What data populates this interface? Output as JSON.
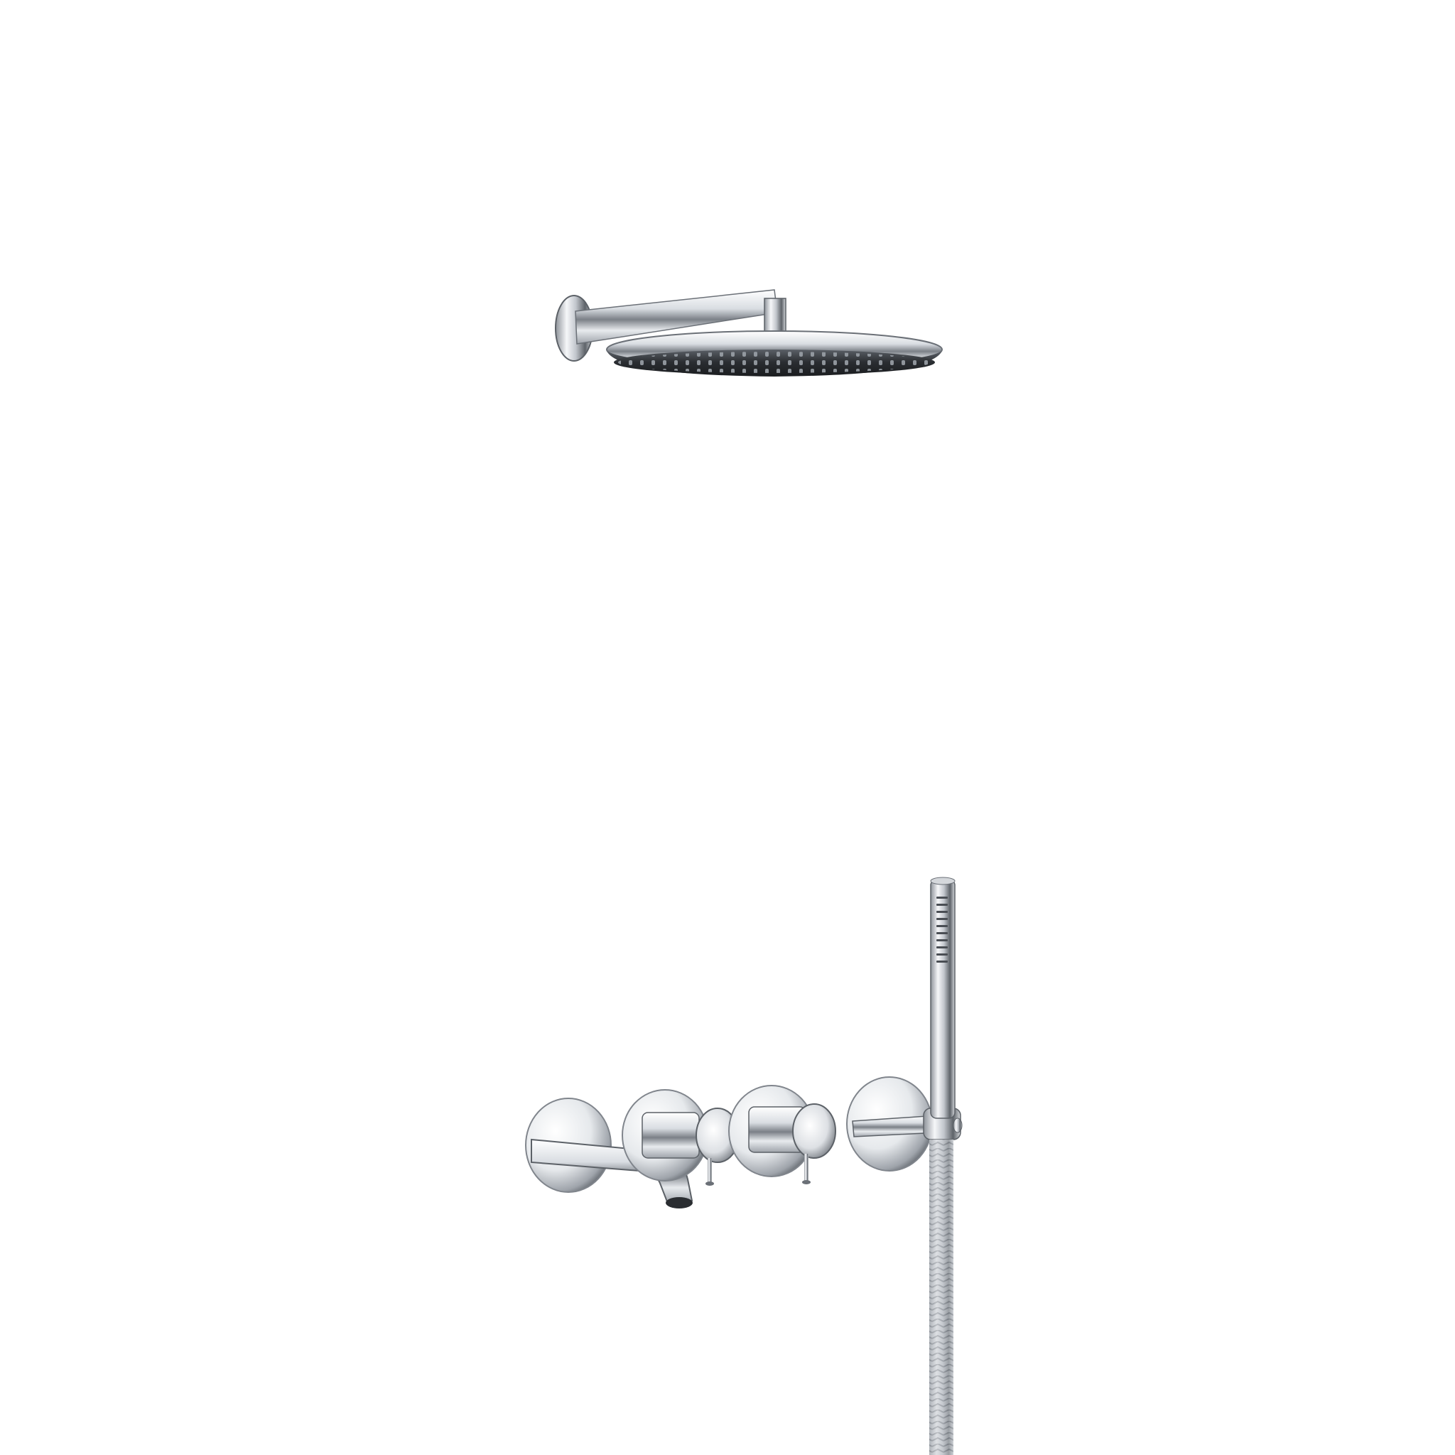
{
  "scene": {
    "background": "#ffffff",
    "chrome_light": "#f4f5f7",
    "chrome_mid": "#b9bec5",
    "chrome_dark": "#2a2d31",
    "nozzle_color": "#3a3d42"
  },
  "objects": [
    "rain-shower-head",
    "shower-arm",
    "bath-spout",
    "mixer-valve-left",
    "mixer-valve-right",
    "hand-shower-holder",
    "hand-shower",
    "shower-hose"
  ]
}
